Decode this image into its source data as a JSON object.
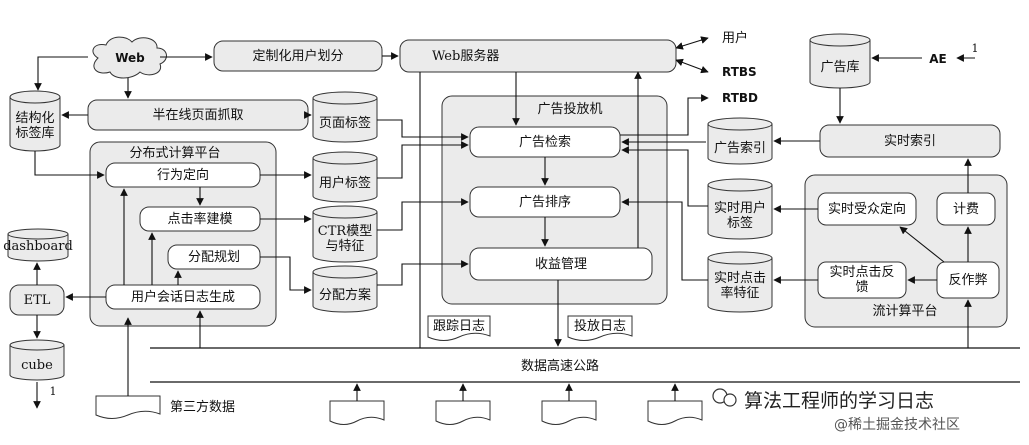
{
  "labels": {
    "web_cloud": "Web",
    "custom_user_partition": "定制化用户划分",
    "web_server": "Web服务器",
    "user_out": "用户",
    "rtbs": "RTBS",
    "rtbd": "RTBD",
    "ae": "AE",
    "ae_number": "1",
    "ad_library": "广告库",
    "ad_engine": "广告投放机",
    "ad_retrieval": "广告检索",
    "ad_ranking": "广告排序",
    "revenue_management": "收益管理",
    "ad_index": "广告索引",
    "realtime_index": "实时索引",
    "realtime_user_tags": "实时用户标签",
    "realtime_ctr_features": "实时点击率特征",
    "realtime_audience_targeting": "实时受众定向",
    "billing": "计费",
    "realtime_click_feedback": "实时点击反馈",
    "anti_fraud": "反作弊",
    "stream_platform": "流计算平台",
    "structured_tag_library": "结构化标签库",
    "semi_online_crawl": "半在线页面抓取",
    "page_tags": "页面标签",
    "distributed_platform": "分布式计算平台",
    "behavior_targeting": "行为定向",
    "ctr_modeling": "点击率建模",
    "allocation_planning": "分配规划",
    "user_session_log": "用户会话日志生成",
    "user_tags": "用户标签",
    "ctr_model_features": "CTR模型与特征",
    "allocation_plan": "分配方案",
    "tracking_log": "跟踪日志",
    "delivery_log": "投放日志",
    "data_highway": "数据高速公路",
    "third_party_data": "第三方数据",
    "dashboard": "dashboard",
    "etl": "ETL",
    "cube": "cube",
    "cube_number": "1"
  },
  "watermark": {
    "title": "算法工程师的学习日志",
    "subtitle": "@稀土掘金技术社区"
  }
}
